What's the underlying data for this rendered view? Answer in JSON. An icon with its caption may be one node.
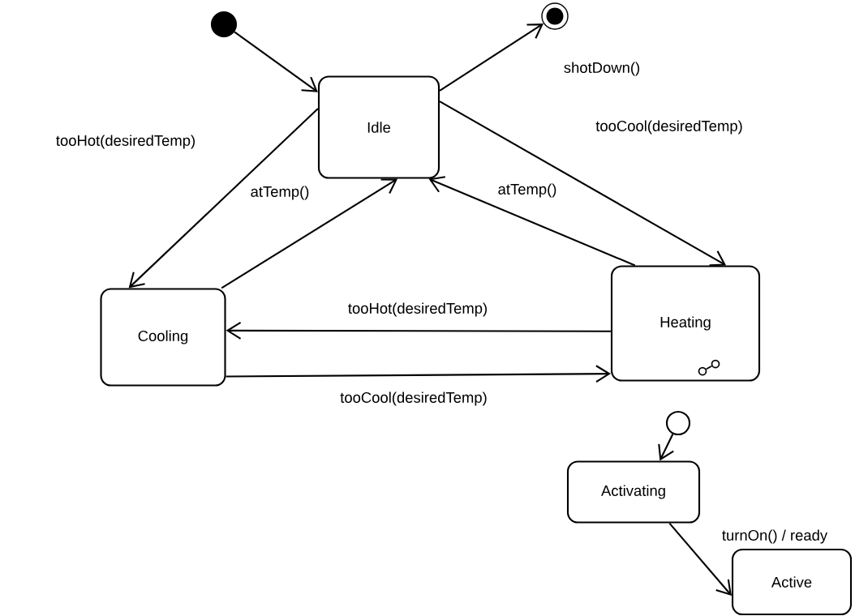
{
  "diagram": {
    "nodes": [
      {
        "text": [],
        "shape": "dot"
      },
      {
        "text": [],
        "shape": "bullseye"
      },
      {
        "text": [
          "Idle"
        ]
      },
      {
        "text": [
          "Cooling"
        ]
      },
      {
        "text": [
          "Heating"
        ]
      },
      {
        "text": [],
        "shape": "circle"
      },
      {
        "text": [
          "Activating"
        ]
      },
      {
        "text": [
          "Active"
        ]
      }
    ],
    "edges": [
      {
        "from": 0,
        "to": 2,
        "arrow": "to"
      },
      {
        "from": 2,
        "to": 1,
        "arrow": "to",
        "label": "shotDown()"
      },
      {
        "from": 2,
        "to": 3,
        "arrow": "to",
        "label": "tooHot(desiredTemp)"
      },
      {
        "from": 3,
        "to": 2,
        "arrow": "to",
        "label": "atTemp()"
      },
      {
        "from": 2,
        "to": 4,
        "arrow": "to",
        "label": "tooCool(desiredTemp)"
      },
      {
        "from": 4,
        "to": 2,
        "arrow": "to",
        "label": "atTemp()"
      },
      {
        "from": 4,
        "to": 3,
        "arrow": "to",
        "label": "tooHot(desiredTemp)"
      },
      {
        "from": 3,
        "to": 4,
        "arrow": "to",
        "label": "tooCool(desiredTemp)"
      },
      {
        "from": 5,
        "to": 6,
        "arrow": "to"
      },
      {
        "from": 6,
        "to": 7,
        "arrow": "to",
        "label": "turnOn() / ready"
      }
    ]
  }
}
